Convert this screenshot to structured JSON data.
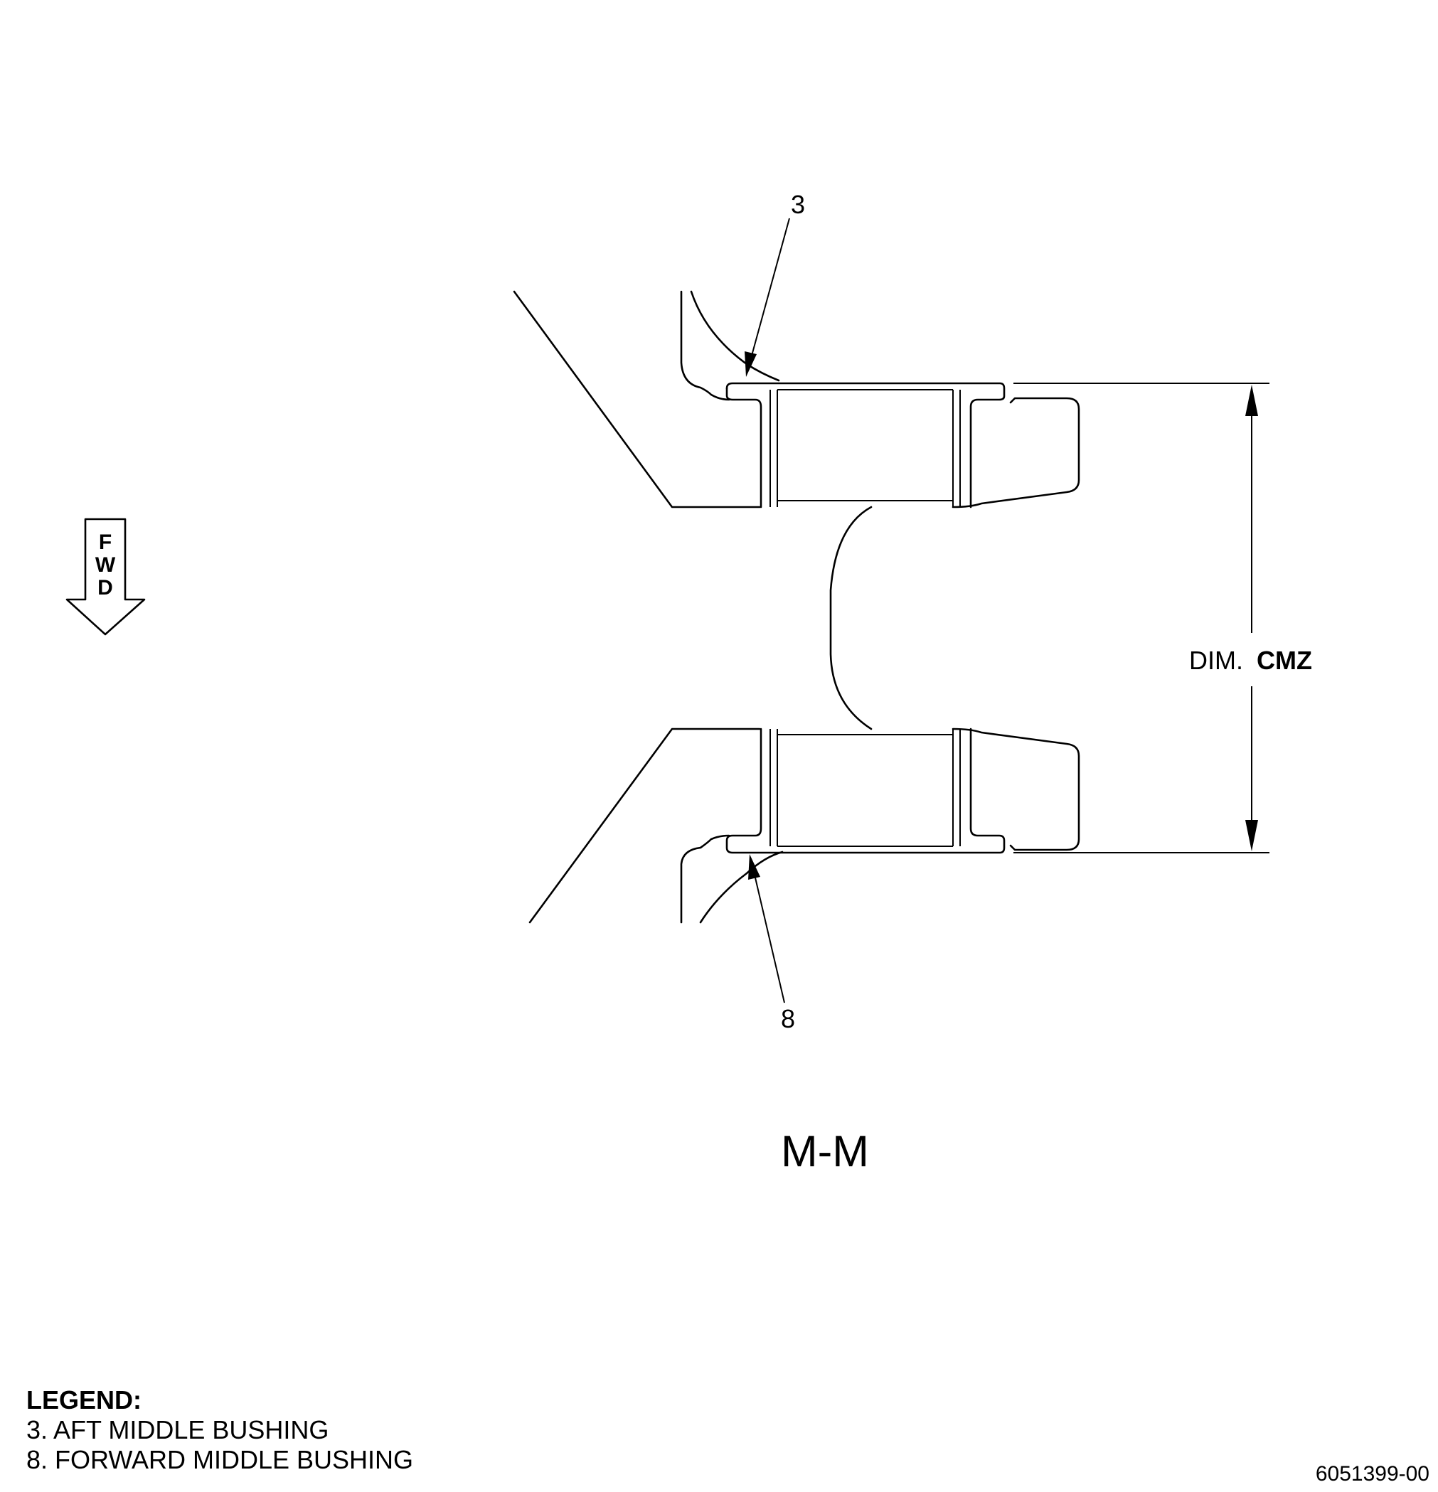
{
  "callouts": {
    "top": "3",
    "bottom": "8"
  },
  "fwd_arrow": {
    "letters": [
      "F",
      "W",
      "D"
    ]
  },
  "dimension": {
    "prefix": "DIM.",
    "code": "CMZ"
  },
  "section_label": "M-M",
  "legend": {
    "title": "LEGEND:",
    "items": [
      "3. AFT MIDDLE BUSHING",
      "8. FORWARD MIDDLE BUSHING"
    ]
  },
  "drawing_number": "6051399-00"
}
